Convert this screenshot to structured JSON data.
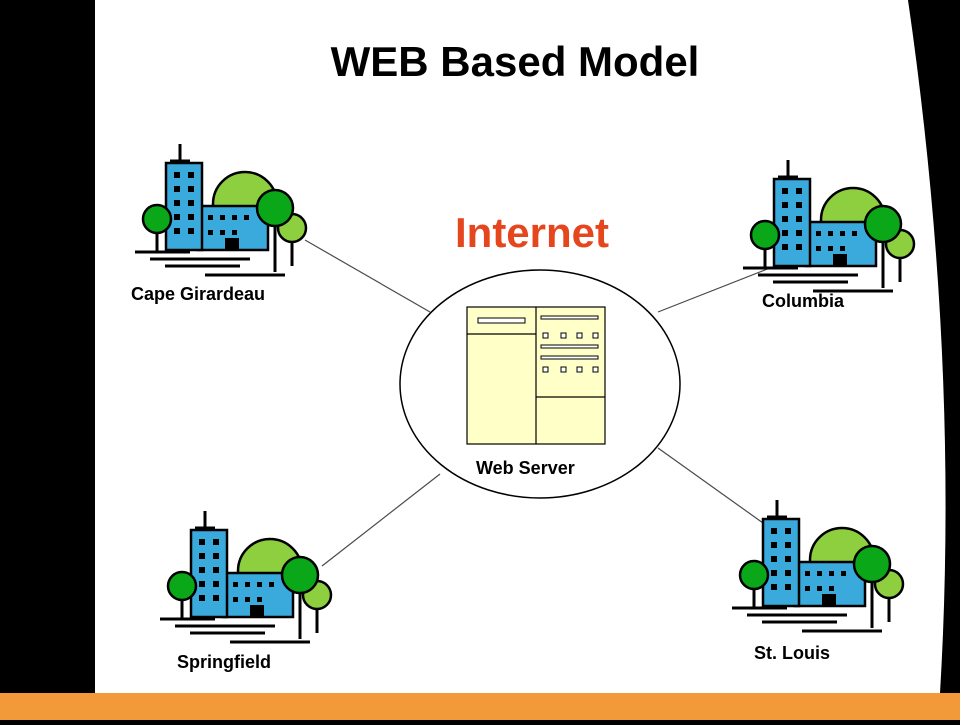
{
  "slide": {
    "title": "WEB Based Model",
    "cloud_label": "Internet",
    "server_label": "Web Server",
    "sites": [
      {
        "name": "Cape Girardeau"
      },
      {
        "name": "Columbia"
      },
      {
        "name": "Springfield"
      },
      {
        "name": "St. Louis"
      }
    ]
  },
  "colors": {
    "background": "#ffffff",
    "frame": "#000000",
    "footer_bar": "#f29a3a",
    "internet_text": "#e6461e",
    "building": "#3aa9dc",
    "tree_dark": "#0aa818",
    "tree_light": "#8dcf3e",
    "server_fill": "#ffffc8"
  },
  "icons": {
    "site": "office-building-icon",
    "server": "web-server-icon"
  }
}
